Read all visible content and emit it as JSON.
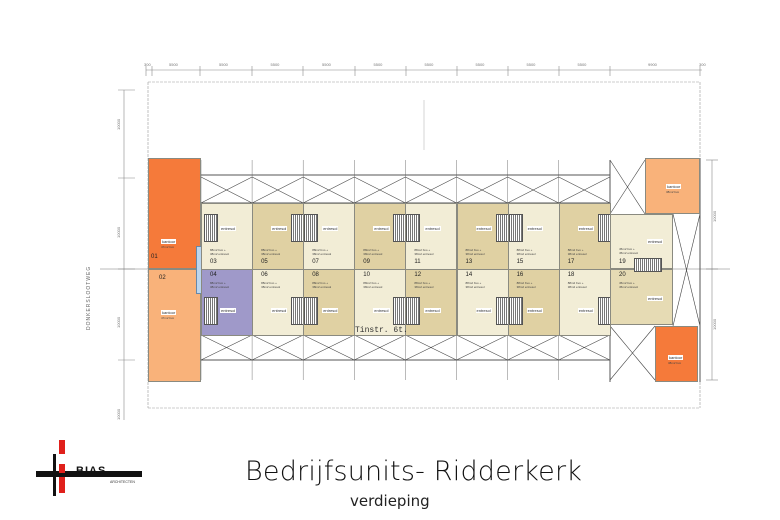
{
  "title": "Bedrijfsunits- Ridderkerk",
  "subtitle": "verdieping",
  "logo": {
    "text": "BIAS",
    "subtext": "ARCHITECTEN",
    "colors": {
      "red": "#e0201b",
      "black": "#111111"
    }
  },
  "road_label": "DONKERSLOOTWEG",
  "annotation": "Tinstr. 6t.",
  "dimensions": {
    "top": [
      "300",
      "5500",
      "5500",
      "5500",
      "5500",
      "5500",
      "5500",
      "5500",
      "5500",
      "5500",
      "9900",
      "300"
    ],
    "left": [
      "10000",
      "10000",
      "10000",
      "10000"
    ],
    "right": [
      "10000",
      "10000"
    ]
  },
  "colors": {
    "cream": "#f2edd6",
    "tan": "#e0d1a3",
    "purple": "#9f99c9",
    "orange_dark": "#f57a3a",
    "orange_light": "#f9b27a",
    "light_blue": "#bcd6ee"
  },
  "units_top": [
    {
      "number": "03",
      "area": "88m2 bvo +",
      "entresol_area": "38m2 entresol",
      "label": "entresol",
      "color": "cream"
    },
    {
      "number": "05",
      "area": "88m2 bvo +",
      "entresol_area": "38m2 entresol",
      "label": "entresol",
      "color": "tan"
    },
    {
      "number": "07",
      "area": "88m2 bvo +",
      "entresol_area": "38m2 entresol",
      "label": "entresol",
      "color": "cream"
    },
    {
      "number": "09",
      "area": "88m2 bvo +",
      "entresol_area": "38m2 entresol",
      "label": "entresol",
      "color": "tan"
    },
    {
      "number": "11",
      "area": "88m2 bvo +",
      "entresol_area": "38m2 entresol",
      "label": "entresol",
      "color": "cream"
    },
    {
      "number": "13",
      "area": "88m2 bvo +",
      "entresol_area": "38m2 entresol",
      "label": "entresol",
      "color": "tan"
    },
    {
      "number": "15",
      "area": "88m2 bvo +",
      "entresol_area": "38m2 entresol",
      "label": "entresol",
      "color": "cream"
    },
    {
      "number": "17",
      "area": "88m2 bvo +",
      "entresol_area": "38m2 entresol",
      "label": "entresol",
      "color": "tan"
    }
  ],
  "units_bottom": [
    {
      "number": "04",
      "area": "88m2 bvo +",
      "entresol_area": "38m2 entresol",
      "label": "entresol",
      "color": "purple"
    },
    {
      "number": "06",
      "area": "88m2 bvo +",
      "entresol_area": "38m2 entresol",
      "label": "entresol",
      "color": "cream"
    },
    {
      "number": "08",
      "area": "88m2 bvo +",
      "entresol_area": "38m2 entresol",
      "label": "entresol",
      "color": "tan"
    },
    {
      "number": "10",
      "area": "88m2 bvo +",
      "entresol_area": "38m2 entresol",
      "label": "entresol",
      "color": "cream"
    },
    {
      "number": "12",
      "area": "88m2 bvo +",
      "entresol_area": "38m2 entresol",
      "label": "entresol",
      "color": "tan"
    },
    {
      "number": "14",
      "area": "88m2 bvo +",
      "entresol_area": "38m2 entresol",
      "label": "entresol",
      "color": "cream"
    },
    {
      "number": "16",
      "area": "88m2 bvo +",
      "entresol_area": "38m2 entresol",
      "label": "entresol",
      "color": "tan"
    },
    {
      "number": "18",
      "area": "88m2 bvo +",
      "entresol_area": "38m2 entresol",
      "label": "entresol",
      "color": "cream"
    }
  ],
  "unit_19": {
    "number": "19",
    "area": "45m2 bvo +",
    "entresol_area": "45m2 entresol",
    "label": "entresol"
  },
  "unit_20": {
    "number": "20",
    "area": "45m2 bvo +",
    "entresol_area": "45m2 entresol",
    "label": "entresol"
  },
  "office_01": {
    "number": "01",
    "label": "kantoor",
    "area": "47m2 bvo"
  },
  "office_02": {
    "number": "02",
    "label": "kantoor",
    "area": "47m2 bvo"
  },
  "office_right_top": {
    "label": "kantoor",
    "area": "38m2 bvo"
  },
  "office_right_bottom": {
    "label": "kantoor",
    "area": "38m2 bvo"
  }
}
